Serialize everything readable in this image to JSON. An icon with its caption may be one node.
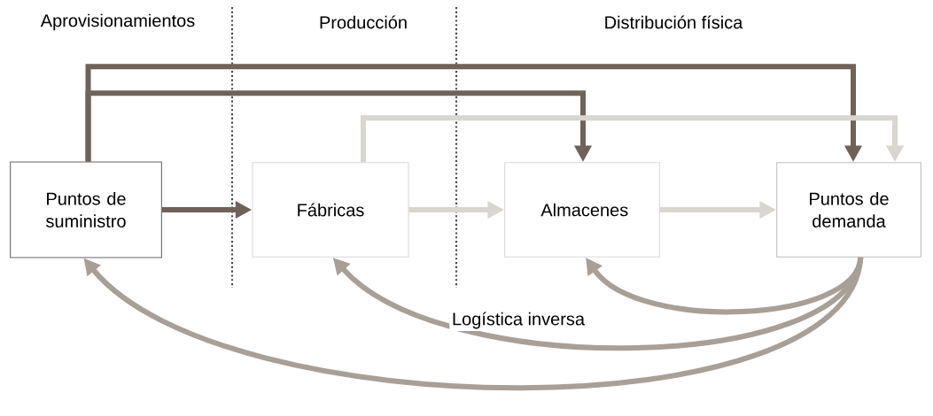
{
  "diagram": {
    "nodes": [
      {
        "text": [
          "Puntos de suministro"
        ]
      },
      {
        "text": [
          "Fábricas"
        ]
      },
      {
        "text": [
          "Almacenes"
        ]
      },
      {
        "text": [
          "Puntos de demanda"
        ]
      }
    ],
    "edges": [
      {
        "from": 0,
        "to": 1,
        "arrow": "to",
        "color": "#6f6259"
      },
      {
        "from": 1,
        "to": 2,
        "arrow": "to",
        "color": "#d9d5cf"
      },
      {
        "from": 2,
        "to": 3,
        "arrow": "to",
        "color": "#d9d5cf"
      },
      {
        "from": 0,
        "to": 3,
        "arrow": "to",
        "color": "#6f6259"
      },
      {
        "from": 0,
        "to": 2,
        "arrow": "to",
        "color": "#6f6259"
      },
      {
        "from": 1,
        "to": 3,
        "arrow": "to",
        "color": "#d9d5cf"
      },
      {
        "from": 3,
        "to": 2,
        "arrow": "to",
        "color": "#a89f97"
      },
      {
        "from": 3,
        "to": 1,
        "arrow": "to",
        "color": "#a89f97"
      },
      {
        "from": 3,
        "to": 0,
        "arrow": "to",
        "color": "#a89f97"
      }
    ],
    "labels": [
      "Aprovisionamientos",
      "Producción",
      "Distribución física",
      "Logística inversa"
    ]
  }
}
